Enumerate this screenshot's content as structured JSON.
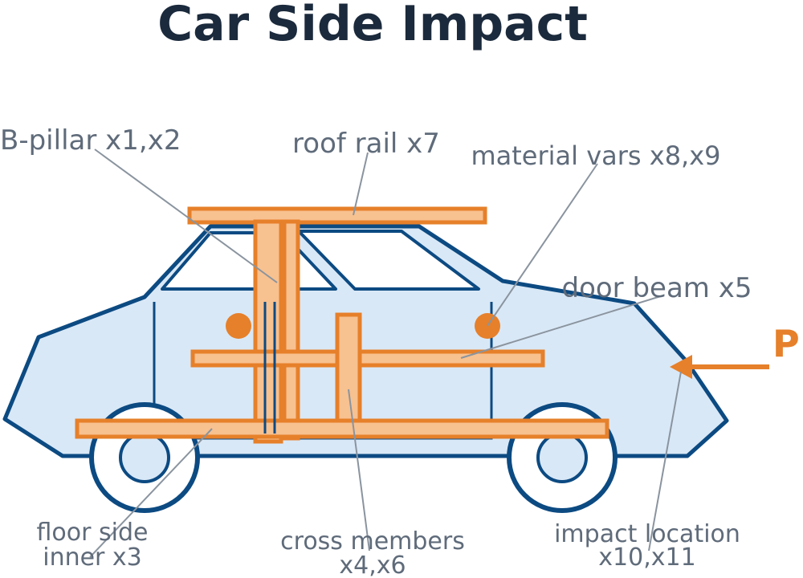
{
  "title": "Car Side Impact",
  "labels": {
    "b_pillar": "B-pillar x1,x2",
    "roof_rail": "roof rail x7",
    "material_vars": "material vars x8,x9",
    "door_beam": "door beam x5",
    "force": "P",
    "floor_side_inner_1": "floor side",
    "floor_side_inner_2": "inner x3",
    "cross_members_1": "cross members",
    "cross_members_2": "x4,x6",
    "impact_location_1": "impact location",
    "impact_location_2": "x10,x11"
  },
  "colors": {
    "body_fill": "#d9e8f6",
    "body_stroke": "#0c4a82",
    "member_fill": "#f8c190",
    "member_stroke": "#e6802a",
    "label_text": "#5f6b7a",
    "title_text": "#1b2a3c"
  }
}
